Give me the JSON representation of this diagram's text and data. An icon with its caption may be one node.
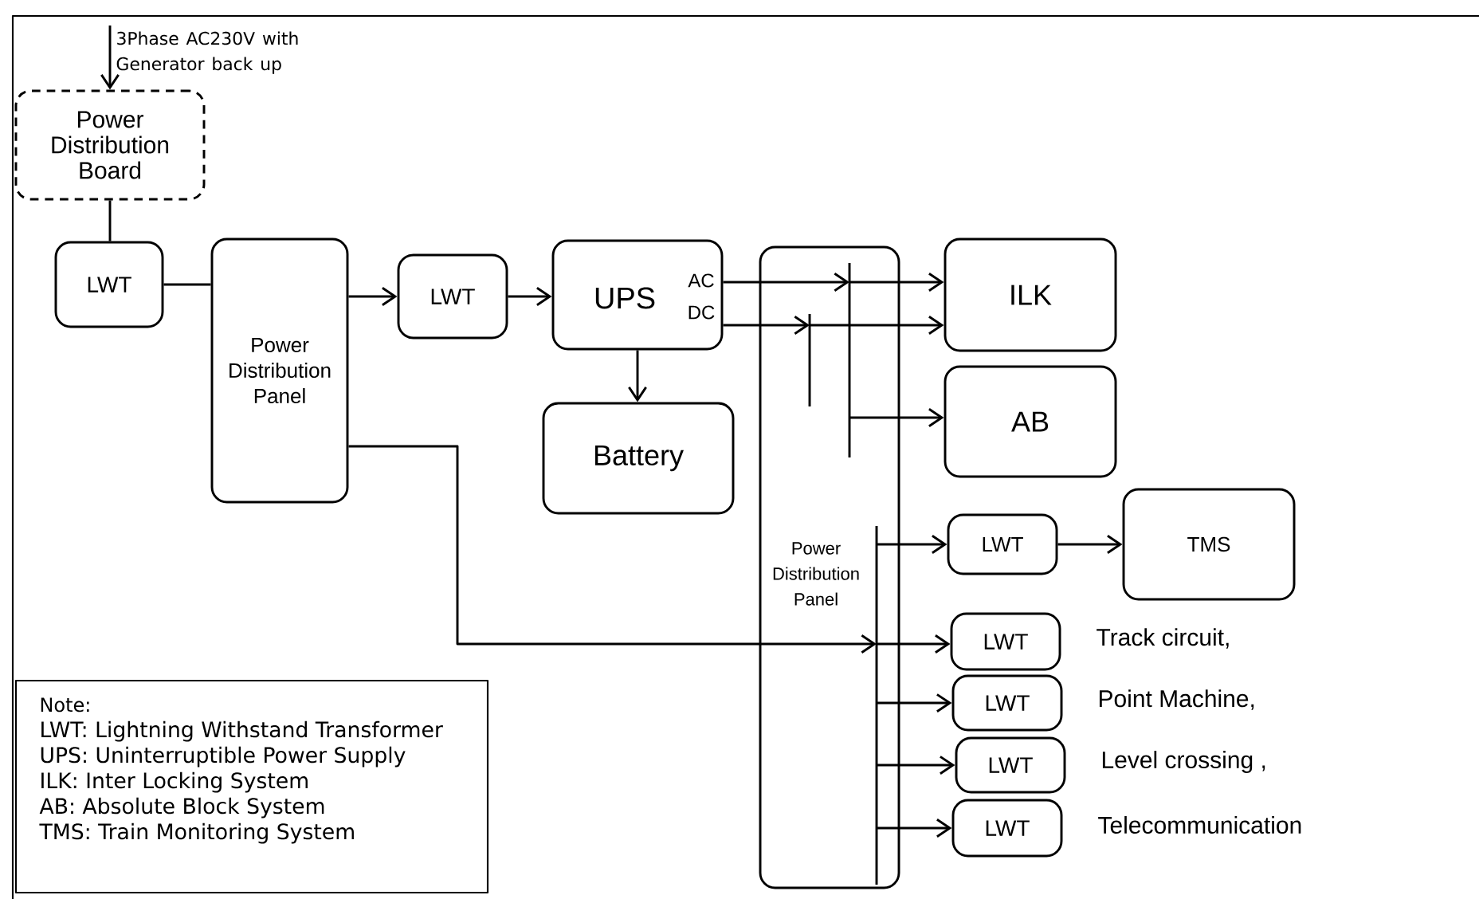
{
  "diagram": {
    "nodes": [
      {
        "text": [
          "Power Distribution Board"
        ]
      },
      {
        "text": [
          "LWT"
        ]
      },
      {
        "text": [
          "Power Distribution Panel"
        ]
      },
      {
        "text": [
          "LWT"
        ]
      },
      {
        "text": [
          "UPS",
          "AC",
          "DC"
        ]
      },
      {
        "text": [
          "Battery"
        ]
      },
      {
        "text": [
          "Power Distribution Panel"
        ]
      },
      {
        "text": [
          "ILK"
        ]
      },
      {
        "text": [
          "AB"
        ]
      },
      {
        "text": [
          "LWT"
        ]
      },
      {
        "text": [
          "TMS"
        ]
      },
      {
        "text": [
          "LWT"
        ],
        "beside": [
          "Track circuit,"
        ]
      },
      {
        "text": [
          "LWT"
        ],
        "beside": [
          "Point Machine,"
        ]
      },
      {
        "text": [
          "LWT"
        ],
        "beside": [
          "Level crossing ,"
        ]
      },
      {
        "text": [
          "LWT"
        ],
        "beside": [
          "Telecommunication"
        ]
      },
      {
        "text": [
          "Note:",
          "LWT: Lightning Withstand Transformer",
          "UPS: Uninterruptible Power Supply",
          "ILK: Inter Locking System",
          "AB: Absolute Block System",
          "TMS: Train Monitoring System"
        ]
      }
    ],
    "edges": [
      {
        "from": null,
        "to": 0,
        "arrow": "to",
        "label": "3Phase AC230V with Generator back up"
      },
      {
        "from": 0,
        "to": 1,
        "arrow": "none"
      },
      {
        "from": 1,
        "to": 2,
        "arrow": "none"
      },
      {
        "from": 2,
        "to": 3,
        "arrow": "to"
      },
      {
        "from": 3,
        "to": 4,
        "arrow": "to"
      },
      {
        "from": 4,
        "to": 5,
        "arrow": "to"
      },
      {
        "from": 4,
        "to": 6,
        "arrow": "to"
      },
      {
        "from": 4,
        "to": 6,
        "arrow": "to"
      },
      {
        "from": 6,
        "to": 7,
        "arrow": "to"
      },
      {
        "from": 6,
        "to": 7,
        "arrow": "to"
      },
      {
        "from": 6,
        "to": 8,
        "arrow": "to"
      },
      {
        "from": 2,
        "to": 6,
        "arrow": "to"
      },
      {
        "from": 6,
        "to": 11,
        "arrow": "to"
      },
      {
        "from": 6,
        "to": 9,
        "arrow": "to"
      },
      {
        "from": 9,
        "to": 10,
        "arrow": "to"
      },
      {
        "from": 6,
        "to": 12,
        "arrow": "to"
      },
      {
        "from": 6,
        "to": 13,
        "arrow": "to"
      },
      {
        "from": 6,
        "to": 14,
        "arrow": "to"
      }
    ]
  }
}
